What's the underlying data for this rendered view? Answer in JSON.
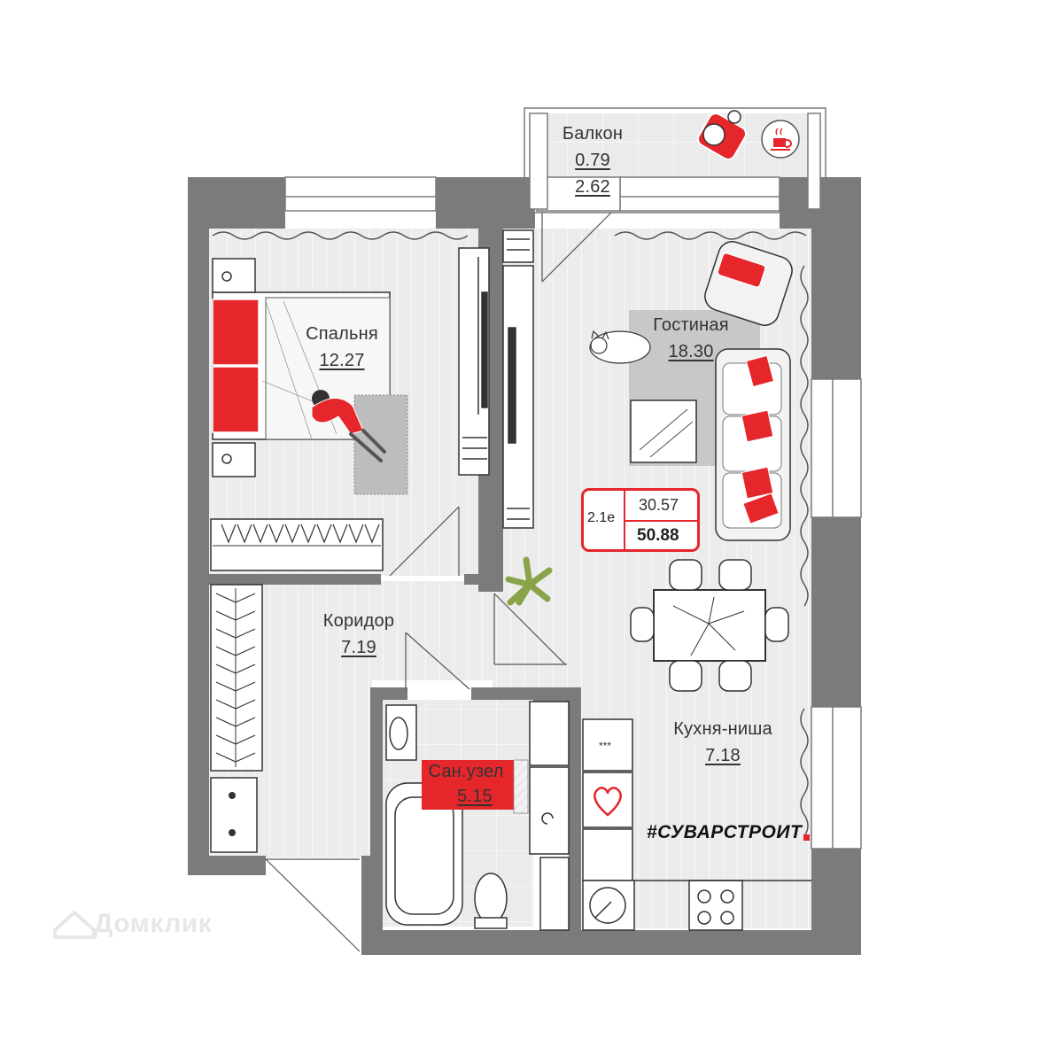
{
  "rooms": {
    "balcony": {
      "name": "Балкон",
      "area_a": "0.79",
      "area_b": "2.62"
    },
    "bedroom": {
      "name": "Спальня",
      "area": "12.27"
    },
    "living": {
      "name": "Гостиная",
      "area": "18.30"
    },
    "corridor": {
      "name": "Коридор",
      "area": "7.19"
    },
    "bathroom": {
      "name": "Сан.узел",
      "area": "5.15"
    },
    "kitchen": {
      "name": "Кухня-ниша",
      "area": "7.18"
    }
  },
  "apartment_tag": {
    "code": "2.1e",
    "living_area": "30.57",
    "total_area": "50.88"
  },
  "brand": {
    "text": "#СУВАРСТРОИТ"
  },
  "watermark": {
    "text": "Домклик"
  },
  "colors": {
    "wall": "#7b7b7c",
    "accent": "#e5262b",
    "floor": "#ececec",
    "rug": "#cfcfcf"
  },
  "icons": [
    "coffee-cup-icon",
    "heart-icon",
    "domclick-house-icon"
  ]
}
